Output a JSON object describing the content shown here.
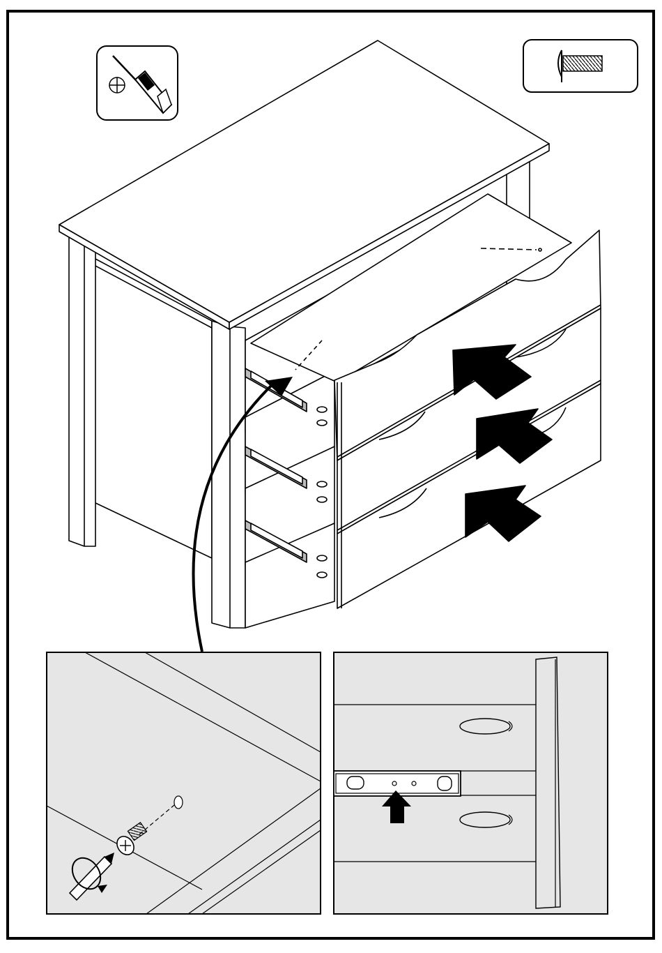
{
  "page": {
    "background": "#ffffff",
    "line_color": "#000000",
    "panel_fill": "#e6e6e6"
  },
  "icons": {
    "tool": "phillips-screwdriver-icon",
    "hardware": "screw-icon",
    "rotate": "rotate-arrow-icon",
    "push": "push-arrow-icon"
  },
  "steps": {
    "drawer_count": 3,
    "push_arrow_count": 3,
    "detail_panels": 2
  }
}
